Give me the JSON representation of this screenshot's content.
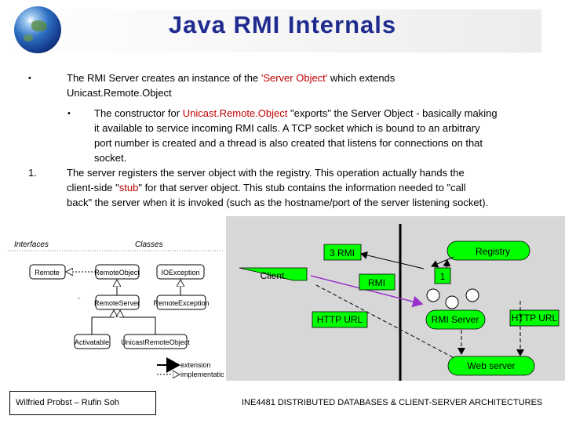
{
  "slide": {
    "title": "Java RMI Internals",
    "bullet_glyph": "•",
    "item1": {
      "text_a": "The RMI Server creates an instance of the ",
      "highlight_a": "'Server Object'",
      "text_b": " which extends",
      "highlight_b": "Unicast.Remote.Object"
    },
    "sub1": {
      "text_a": "The constructor for ",
      "highlight": "Unicast.Remote.Object",
      "text_b": " \"exports\" the Server Object - basically making",
      "line2": "it available to service incoming RMI calls. A TCP socket which is bound to an arbitrary",
      "line3": "port number is created and a thread is also created that listens for connections on that",
      "line4": "socket."
    },
    "item2": {
      "number": "1.",
      "text_a": "The server registers the server object with the registry. This operation actually hands the",
      "text_b": "client-side \"",
      "highlight": "stub",
      "text_c": "\" for that server object. This stub contains the information needed to \"call",
      "line3": "back\" the server when it is invoked (such as the hostname/port of the server listening socket)."
    }
  },
  "class_diagram": {
    "header_interfaces": "Interfaces",
    "header_classes": "Classes",
    "remote": "Remote",
    "remote_object": "RemoteObject",
    "ioexception": "IOException",
    "remote_server": "RemoteServer",
    "remote_exception": "RemoteException",
    "activatable": "Activatable",
    "unicast_remote_object": "UnicastRemoteObject",
    "dots": "..",
    "legend_extension": "extension",
    "legend_implementation": "implementation"
  },
  "rmi_diagram": {
    "rmi_3": "3 RMI",
    "registry": "Registry",
    "client": "Client",
    "rmi": "RMI",
    "step_1": "1",
    "http_url_left": "HTTP URL",
    "rmi_server": "RMI Server",
    "http_url_right": "HTTP URL",
    "web_server": "Web server",
    "colors": {
      "background": "#d7d7d7",
      "node_fill": "#00ff00",
      "arrow_client": "#9933cc"
    }
  },
  "footer": {
    "author": "Wilfried Probst – Rufin Soh",
    "course": "INE4481 DISTRIBUTED DATABASES & CLIENT-SERVER ARCHITECTURES"
  }
}
